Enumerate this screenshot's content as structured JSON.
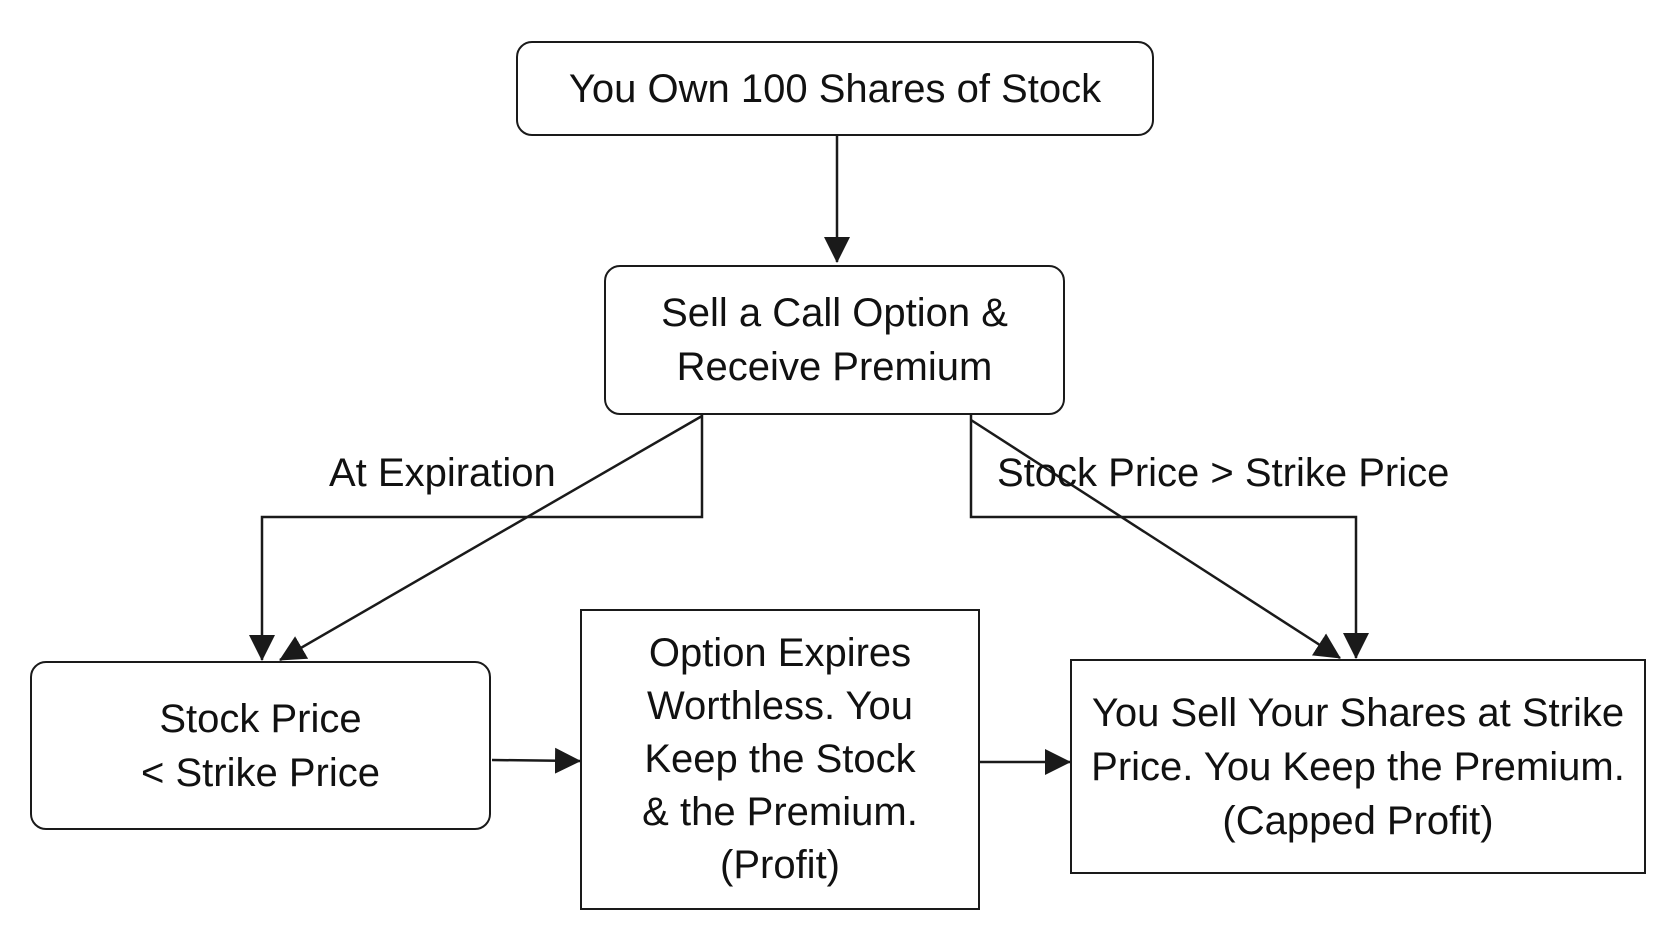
{
  "nodes": {
    "own_shares": "You Own 100 Shares of Stock",
    "sell_call": "Sell a Call Option &\nReceive Premium",
    "price_below": "Stock Price\n< Strike Price",
    "expires_worthless": "Option Expires\nWorthless. You\nKeep the Stock\n& the Premium.\n(Profit)",
    "sell_shares": "You Sell Your Shares at Strike\nPrice. You Keep the Premium.\n(Capped Profit)"
  },
  "edge_labels": {
    "at_expiration": "At Expiration",
    "price_above": "Stock Price > Strike Price"
  },
  "colors": {
    "stroke": "#1a1a1a",
    "background": "#ffffff",
    "text": "#111111"
  }
}
